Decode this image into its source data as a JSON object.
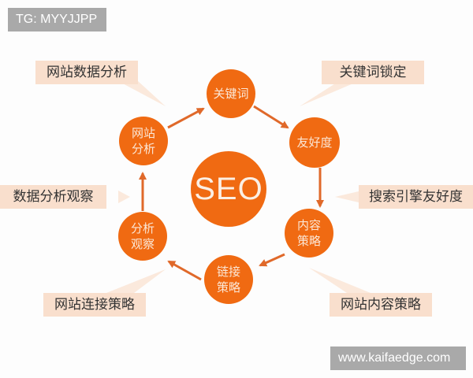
{
  "watermarks": {
    "top": "TG: MYYJJPP",
    "bottom": "www.kaifaedge.com"
  },
  "center": {
    "label": "SEO"
  },
  "nodes": [
    {
      "id": "keywords",
      "label": "关键词"
    },
    {
      "id": "friendliness",
      "label": "友好度"
    },
    {
      "id": "content-strategy",
      "label": "内容策略"
    },
    {
      "id": "link-strategy",
      "label": "链接策略"
    },
    {
      "id": "analysis-observation",
      "label": "分析观察"
    },
    {
      "id": "site-analysis",
      "label": "网站分析"
    }
  ],
  "callouts": [
    {
      "id": "site-data-analysis",
      "label": "网站数据分析"
    },
    {
      "id": "keyword-lock",
      "label": "关键词锁定"
    },
    {
      "id": "data-analysis-observation",
      "label": "数据分析观察"
    },
    {
      "id": "search-engine-friendly",
      "label": "搜索引擎友好度"
    },
    {
      "id": "site-link-strategy",
      "label": "网站连接策略"
    },
    {
      "id": "site-content-strategy",
      "label": "网站内容策略"
    }
  ],
  "colors": {
    "accent": "#f06a12",
    "arrow": "#e0692a",
    "callout_bg": "#f9dfcd",
    "watermark_bg": "#a9a9a9"
  }
}
